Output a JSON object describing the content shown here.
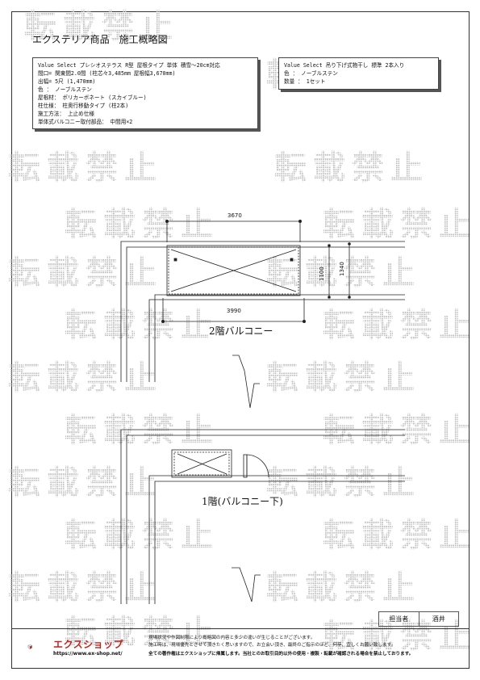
{
  "page": {
    "title": "エクステリア商品　施工概略図"
  },
  "watermark": {
    "text_a": "転載禁止",
    "text_b": "転載禁止"
  },
  "spec_left": {
    "lines": [
      "Value Select プレシオステラス R型 屋根タイプ 単体 積雪～20cm対応",
      "間口= 関東間2.0間 (柱芯々3,485mm  屋根幅3,670mm)",
      "出幅= 5尺 (1,470mm)",
      "色 ： ノーブルステン",
      "屋根材： ポリカーボネート (スカイブルー)",
      "柱仕様： 柱奥行移動タイプ (柱2本)",
      "施工方法： 上止め仕様",
      "単体式バルコニー取付部品： 中間用×2"
    ]
  },
  "spec_right": {
    "lines": [
      "Value Select 吊り下げ式物干し  標準  2本入り",
      "色 ： ノーブルステン",
      "数量 ： 1セット"
    ]
  },
  "drawing": {
    "dim_top": "3670",
    "dim_bottom": "3990",
    "dim_v1": "1100",
    "dim_v2": "1340",
    "label_2f": "2階バルコニー",
    "label_1f": "1階(バルコニー下)"
  },
  "footer": {
    "staff_label": "担当者",
    "staff_name": "酒井",
    "brand": "エクスショップ",
    "url": "https://www.ex-shop.net/",
    "notes": [
      "現場状況や作図制限により概略図の内容と多少の違いが生じることがございます。",
      "施工時は、現場優先とさせて頂きたく思いますので、お立会い頂き、最終のご指示のほど、何卒、宜しくお願い致します。",
      "全ての著作権はエクスショップに帰属します。当社とのお取引目的以外の使用・複製・転載が確認される場合を禁止しております。"
    ]
  },
  "colors": {
    "brand_red": "#c02520",
    "line": "#222222"
  }
}
